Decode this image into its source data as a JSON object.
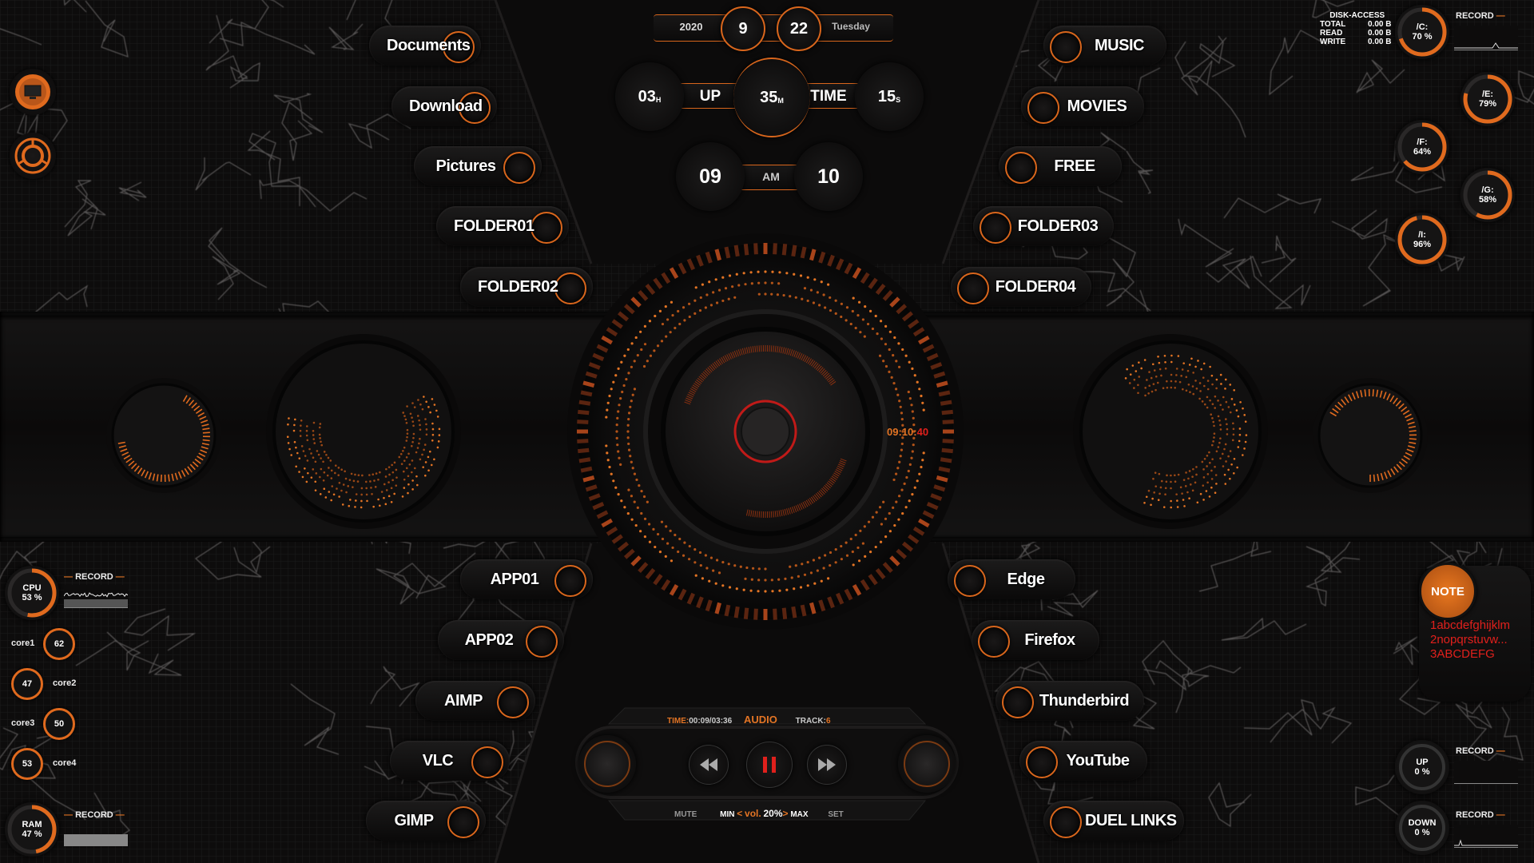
{
  "colors": {
    "accent": "#e06a1e",
    "accent_bright": "#ff8a2a",
    "red": "#e0201c"
  },
  "icons": {
    "monitor": "monitor-icon",
    "aperture": "aperture-icon"
  },
  "left_folders": [
    {
      "label": "Documents"
    },
    {
      "label": "Download"
    },
    {
      "label": "Pictures"
    },
    {
      "label": "FOLDER01"
    },
    {
      "label": "FOLDER02"
    }
  ],
  "right_folders": [
    {
      "label": "MUSIC"
    },
    {
      "label": "MOVIES"
    },
    {
      "label": "FREE"
    },
    {
      "label": "FOLDER03"
    },
    {
      "label": "FOLDER04"
    }
  ],
  "left_apps": [
    {
      "label": "APP01"
    },
    {
      "label": "APP02"
    },
    {
      "label": "AIMP"
    },
    {
      "label": "VLC"
    },
    {
      "label": "GIMP"
    }
  ],
  "right_apps": [
    {
      "label": "Edge"
    },
    {
      "label": "Firefox"
    },
    {
      "label": "Thunderbird"
    },
    {
      "label": "YouTube"
    },
    {
      "label": "DUEL LINKS"
    }
  ],
  "date": {
    "year": "2020",
    "month": "9",
    "day": "22",
    "weekday": "Tuesday"
  },
  "uptime": {
    "hours": "03",
    "hours_unit": "H",
    "up_label": "UP",
    "minutes": "35",
    "minutes_unit": "M",
    "time_label": "TIME",
    "seconds": "15",
    "seconds_unit": "S"
  },
  "clock": {
    "hour": "09",
    "ampm": "AM",
    "minute": "10",
    "dial_h": "09",
    "dial_m": "10",
    "dial_s": "40",
    "sep": ":"
  },
  "disk": {
    "title": "DISK-ACCESS",
    "rows": [
      {
        "label": "TOTAL",
        "value": "0.00 B"
      },
      {
        "label": "READ",
        "value": "0.00 B"
      },
      {
        "label": "WRITE",
        "value": "0.00 B"
      }
    ],
    "record_label": "RECORD",
    "drives": [
      {
        "name": "/C:",
        "pct": "70 %",
        "value": 70
      },
      {
        "name": "/E:",
        "pct": "79%",
        "value": 79
      },
      {
        "name": "/F:",
        "pct": "64%",
        "value": 64
      },
      {
        "name": "/G:",
        "pct": "58%",
        "value": 58
      },
      {
        "name": "/I:",
        "pct": "96%",
        "value": 96
      }
    ]
  },
  "cpu": {
    "label": "CPU",
    "pct": "53 %",
    "value": 53,
    "record_label": "RECORD",
    "cores": [
      {
        "name": "core1",
        "value": "62"
      },
      {
        "name": "core2",
        "value": "47"
      },
      {
        "name": "core3",
        "value": "50"
      },
      {
        "name": "core4",
        "value": "53"
      }
    ]
  },
  "ram": {
    "label": "RAM",
    "pct": "47 %",
    "value": 47,
    "record_label": "RECORD"
  },
  "net": {
    "up_label": "UP",
    "up_value": "0  %",
    "down_label": "DOWN",
    "down_value": "0  %",
    "record_label": "RECORD"
  },
  "note": {
    "title": "NOTE",
    "lines": [
      "1abcdefghijklm",
      "2nopqrstuvw...",
      "3ABCDEFG"
    ]
  },
  "player": {
    "time_label": "TIME:",
    "time_value": "00:09/03:36",
    "source": "AUDIO",
    "track_label": "TRACK:",
    "track_value": "6",
    "mute": "MUTE",
    "min": "MIN",
    "lt": "<",
    "vol_label": "vol.",
    "vol_value": "20",
    "pct": "%",
    "gt": ">",
    "max": "MAX",
    "set": "SET",
    "volume": 20
  }
}
